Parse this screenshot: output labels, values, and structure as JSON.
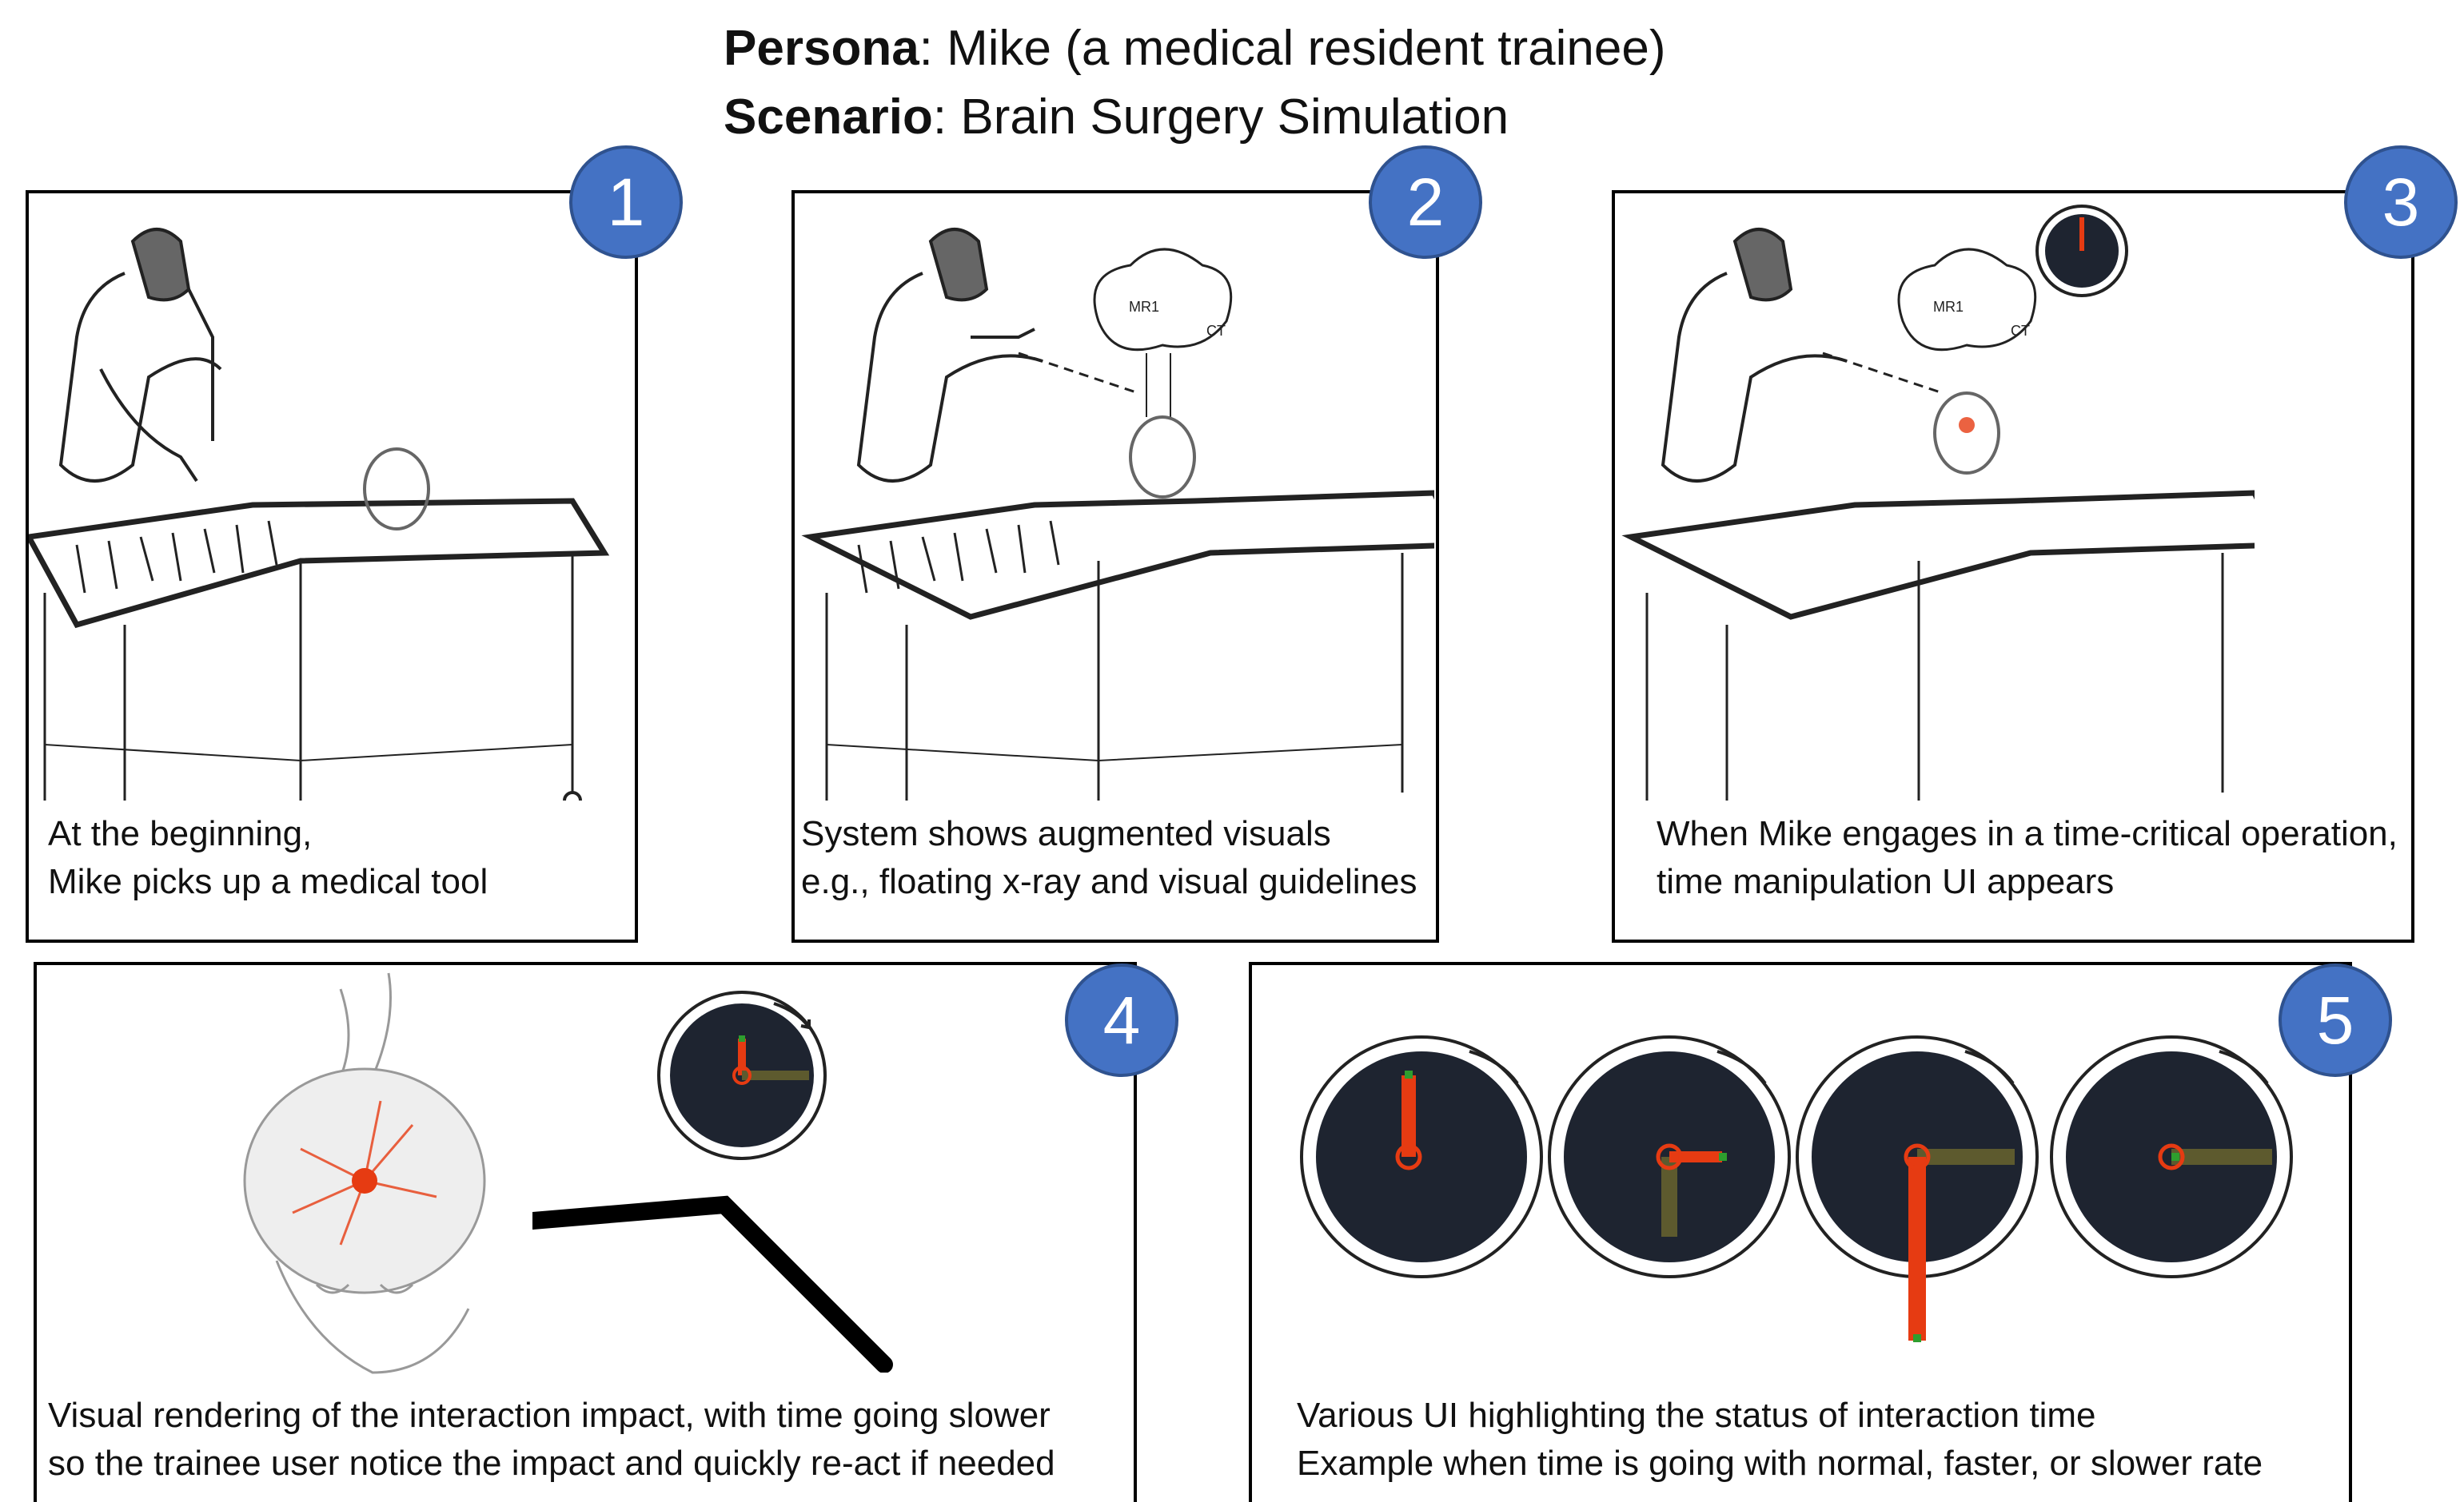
{
  "header": {
    "persona_label": "Persona",
    "persona_text": ": Mike (a medical resident trainee)",
    "scenario_label": "Scenario",
    "scenario_text": ": Brain Surgery Simulation"
  },
  "panels": [
    {
      "number": "1",
      "caption_line1": "At the beginning,",
      "caption_line2": "Mike picks up a medical tool"
    },
    {
      "number": "2",
      "caption_line1": "System shows augmented visuals",
      "caption_line2": "e.g., floating x-ray and visual guidelines"
    },
    {
      "number": "3",
      "caption_line1": "When Mike engages in a time-critical operation,",
      "caption_line2": "time manipulation UI appears"
    },
    {
      "number": "4",
      "caption_line1": "Visual rendering of the interaction impact, with time going slower",
      "caption_line2": "so the trainee user notice the impact and quickly re-act if needed"
    },
    {
      "number": "5",
      "caption_line1": "Various UI highlighting the status of interaction time",
      "caption_line2": "Example when time is going with normal, faster, or slower rate"
    }
  ],
  "sketch_labels": {
    "mri": "MR1",
    "ct": "CT"
  },
  "colors": {
    "badge": "#4472c4",
    "clock_face": "#1e2430",
    "hand_red": "#e63b12",
    "hand_olive": "#5d5a2e",
    "accent_green": "#2e9e2e"
  }
}
